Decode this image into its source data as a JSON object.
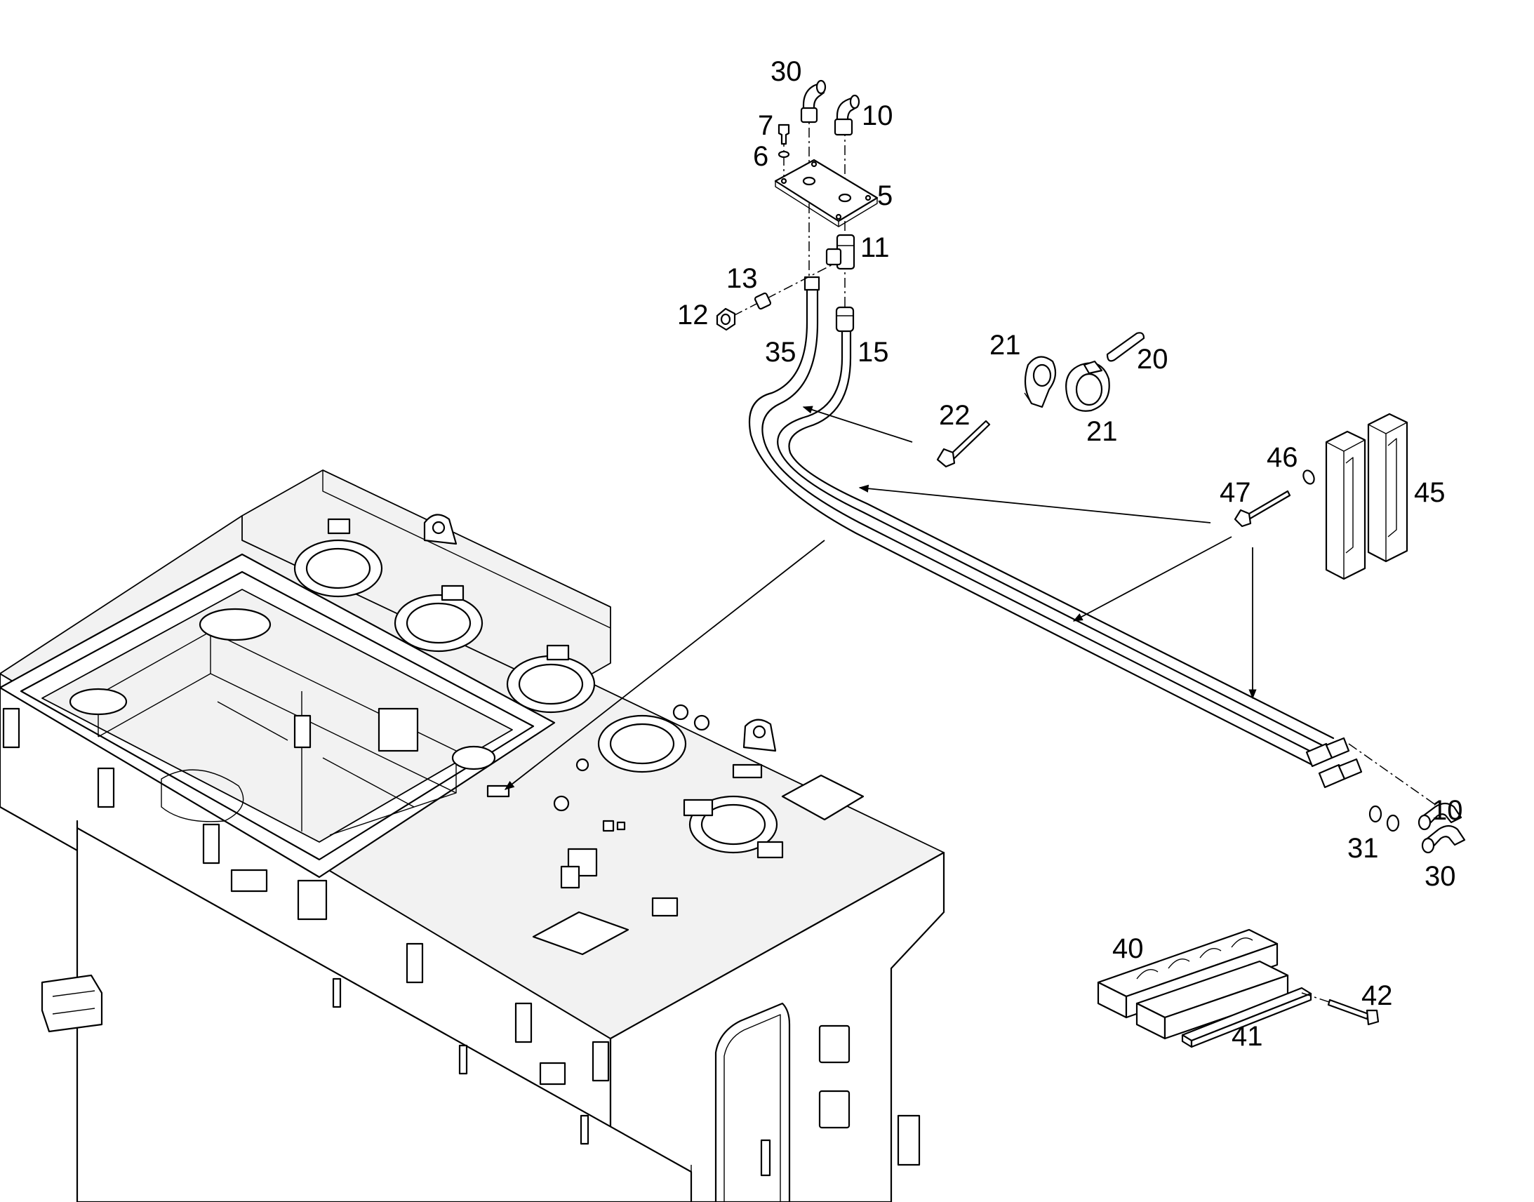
{
  "diagram": {
    "callouts": [
      {
        "id": "c30-top",
        "text": "30"
      },
      {
        "id": "c10-top",
        "text": "10"
      },
      {
        "id": "c7",
        "text": "7"
      },
      {
        "id": "c6",
        "text": "6"
      },
      {
        "id": "c5",
        "text": "5"
      },
      {
        "id": "c11",
        "text": "11"
      },
      {
        "id": "c13",
        "text": "13"
      },
      {
        "id": "c12",
        "text": "12"
      },
      {
        "id": "c35",
        "text": "35"
      },
      {
        "id": "c15",
        "text": "15"
      },
      {
        "id": "c21-a",
        "text": "21"
      },
      {
        "id": "c20",
        "text": "20"
      },
      {
        "id": "c22",
        "text": "22"
      },
      {
        "id": "c21-b",
        "text": "21"
      },
      {
        "id": "c46",
        "text": "46"
      },
      {
        "id": "c47",
        "text": "47"
      },
      {
        "id": "c45",
        "text": "45"
      },
      {
        "id": "c10-bottom",
        "text": "10"
      },
      {
        "id": "c31",
        "text": "31"
      },
      {
        "id": "c30-bottom",
        "text": "30"
      },
      {
        "id": "c40",
        "text": "40"
      },
      {
        "id": "c42",
        "text": "42"
      },
      {
        "id": "c41",
        "text": "41"
      }
    ]
  }
}
